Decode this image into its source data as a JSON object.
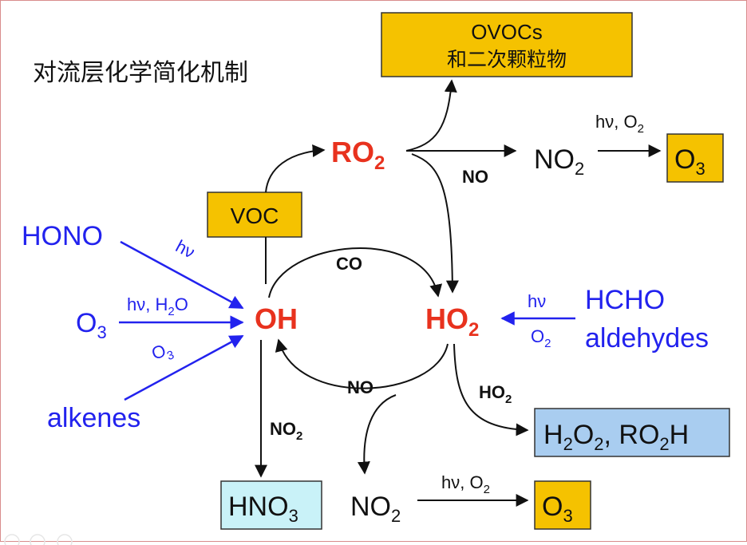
{
  "title": "对流层化学简化机制",
  "species": {
    "ro2": {
      "base": "RO",
      "sub": "2"
    },
    "oh": "OH",
    "ho2": {
      "base": "HO",
      "sub": "2"
    },
    "no2_top": {
      "base": "NO",
      "sub": "2"
    },
    "no2_bottom": {
      "base": "NO",
      "sub": "2"
    },
    "hono": "HONO",
    "o3_left": {
      "base": "O",
      "sub": "3"
    },
    "alkenes": "alkenes",
    "hcho": "HCHO",
    "aldehydes": "aldehydes"
  },
  "boxes": {
    "ovocs_line1": "OVOCs",
    "ovocs_line2": "和二次颗粒物",
    "voc": "VOC",
    "o3_top": {
      "base": "O",
      "sub": "3"
    },
    "o3_bottom": {
      "base": "O",
      "sub": "3"
    },
    "hno3": {
      "base": "HNO",
      "sub": "3"
    },
    "peroxides": {
      "p1": "H",
      "s1": "2",
      "p2": "O",
      "s2": "2",
      "p3": ", RO",
      "s3": "2",
      "p4": "H"
    }
  },
  "labels": {
    "no_ro2_ho2": "NO",
    "co": "CO",
    "no_cycle": "NO",
    "no2_hno3": {
      "base": "NO",
      "sub": "2"
    },
    "ho2_self": {
      "base": "HO",
      "sub": "2"
    },
    "hv_hono": "hν",
    "hv_h2o": {
      "p1": "hν, H",
      "s1": "2",
      "p2": "O"
    },
    "o3_alkenes": {
      "base": "O",
      "sub": "3"
    },
    "hv_hcho": "hν",
    "o2_hcho": {
      "base": "O",
      "sub": "2"
    },
    "hv_o2_top": {
      "p1": "hν, O",
      "s1": "2"
    },
    "hv_o2_bottom": {
      "p1": "hν, O",
      "s1": "2"
    }
  },
  "colors": {
    "box_yellow": "#f5c200",
    "box_blue": "#a9cdf0",
    "box_cyan": "#c9f2f8",
    "red": "#e8321e",
    "blue": "#2222ee"
  }
}
